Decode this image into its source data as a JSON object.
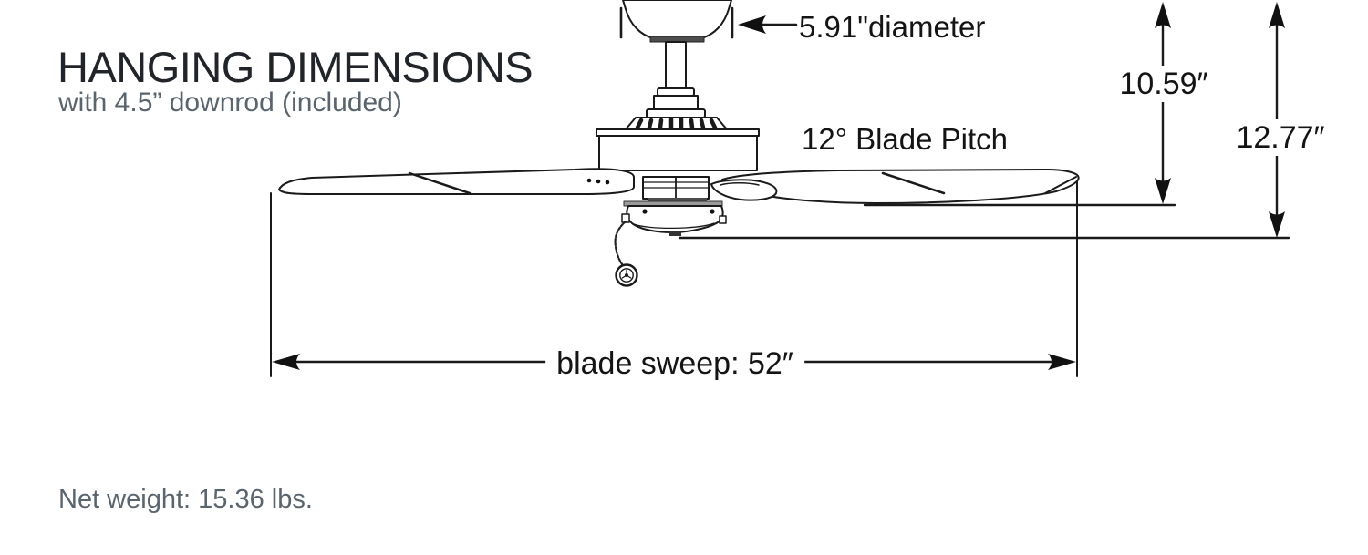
{
  "header": {
    "title": "HANGING DIMENSIONS",
    "subtitle": "with 4.5” downrod (included)"
  },
  "dimensions": {
    "canopy_diameter": "5.91\"diameter",
    "blade_pitch": "12° Blade Pitch",
    "ceiling_to_blades": "10.59″",
    "ceiling_to_bottom": "12.77″",
    "blade_sweep": "blade sweep: 52″"
  },
  "footer": {
    "net_weight": "Net weight: 15.36 lbs."
  },
  "colors": {
    "line": "#1a1a1a",
    "text_primary": "#212529",
    "text_secondary": "#5a646e",
    "background": "#ffffff"
  }
}
